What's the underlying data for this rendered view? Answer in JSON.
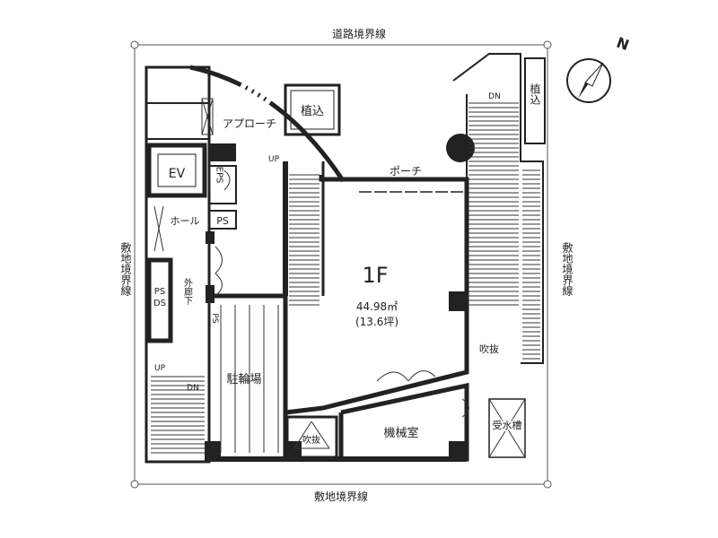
{
  "plan": {
    "floor_label": "1F",
    "area": "44.98㎡",
    "area_tsubo": "(13.6坪)",
    "boundary_top": "道路境界線",
    "boundary_bottom": "敷地境界線",
    "boundary_left": "敷地境界線",
    "boundary_right": "敷地境界線",
    "rooms": {
      "approach": "アプローチ",
      "planting_top": "植込",
      "planting_right": "植込",
      "porch": "ポーチ",
      "ev": "EV",
      "eps": "EPS",
      "ps": "PS",
      "hall": "ホール",
      "ps_ds": "PS\nDS",
      "outer_corridor": "外廊下",
      "ps_small": "PS",
      "bicycle_parking": "駐輪場",
      "void_bottom": "吹抜",
      "void_right": "吹抜",
      "machine_room": "機械室",
      "water_tank": "受水槽"
    },
    "stairs": {
      "up_center": "UP",
      "dn_right": "DN",
      "up_left": "UP",
      "dn_left": "DN"
    },
    "compass": "N"
  }
}
